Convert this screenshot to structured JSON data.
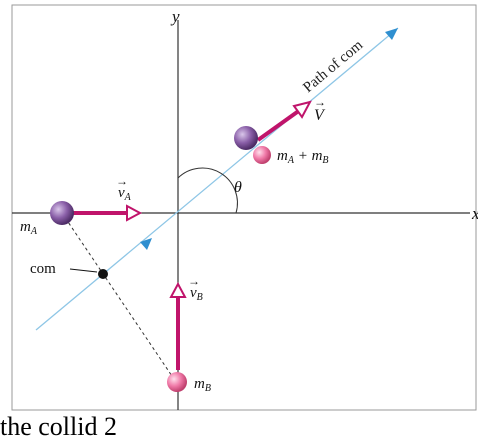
{
  "diagram": {
    "axis_x_label": "x",
    "axis_y_label": "y",
    "path_label": "Path of com",
    "mA_label": "m",
    "mA_sub": "A",
    "mB_label": "m",
    "mB_sub": "B",
    "combined_m1": "m",
    "combined_sub1": "A",
    "combined_plus": " + m",
    "combined_sub2": "B",
    "vA_label": "v",
    "vA_sub": "A",
    "vB_label": "v",
    "vB_sub": "B",
    "V_label": "V",
    "theta_label": "θ",
    "com_label": "com",
    "colors": {
      "arrow": "#c0146b",
      "path": "#7fbfe0",
      "path_arrow": "#2f8fd0",
      "mass_A": "#8a5fa8",
      "mass_B": "#f07aa8"
    }
  },
  "bottom_text": "the collid 2"
}
